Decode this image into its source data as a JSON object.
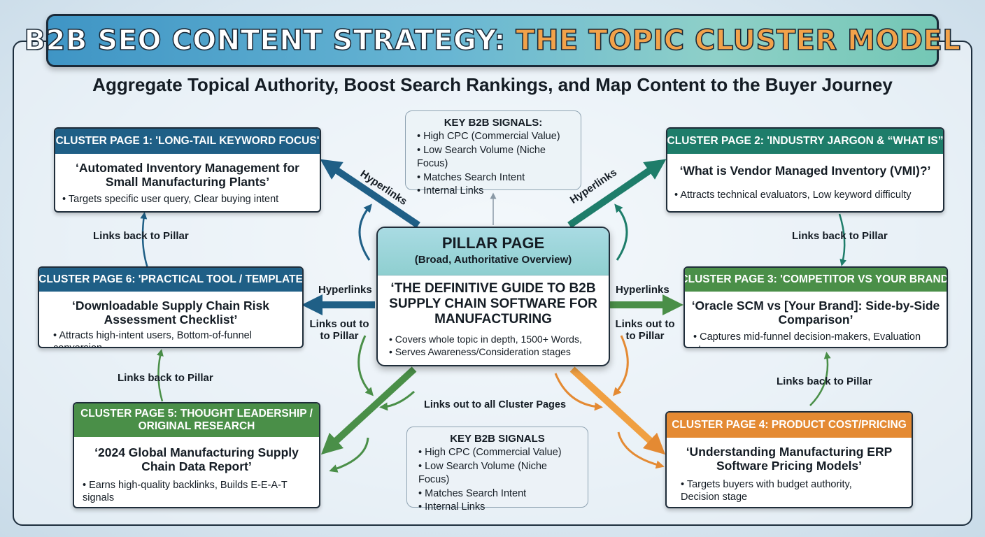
{
  "header": {
    "title_main": "B2B SEO CONTENT STRATEGY:",
    "title_accent": "THE TOPIC CLUSTER MODEL",
    "subtitle": "Aggregate Topical Authority, Boost Search Rankings, and Map Content to the Buyer Journey"
  },
  "pillar": {
    "name": "PILLAR PAGE",
    "subtitle": "(Broad, Authoritative Overview)",
    "title": "‘THE DEFINITIVE GUIDE TO B2B SUPPLY CHAIN SOFTWARE FOR MANUFACTURING",
    "bullets": [
      "Covers whole topic in depth, 1500+ Words,",
      "Serves Awareness/Consideration stages"
    ]
  },
  "signals_top": {
    "title": "KEY B2B SIGNALS:",
    "items": [
      "High CPC (Commercial Value)",
      "Low Search Volume (Niche Focus)",
      "Matches Search Intent",
      "Internal Links"
    ]
  },
  "signals_bottom": {
    "title": "KEY B2B SIGNALS",
    "items": [
      "High CPC (Commercial Value)",
      "Low Search Volume (Niche Focus)",
      "Matches Search Intent",
      "Internal Links"
    ]
  },
  "clusters": [
    {
      "head": "CLUSTER PAGE 1: 'LONG-TAIL KEYWORD FOCUS'",
      "title": "‘Automated Inventory Management for Small Manufacturing Plants’",
      "bullet": "Targets specific user query, Clear buying intent"
    },
    {
      "head": "CLUSTER PAGE 2: 'INDUSTRY JARGON & “WHAT IS”",
      "title": "‘What is Vendor Managed Inventory (VMI)?’",
      "bullet": "Attracts technical evaluators, Low keyword difficulty"
    },
    {
      "head": "CLUSTER PAGE 3: 'COMPETITOR VS YOUR BRAND'",
      "title": "‘Oracle SCM vs [Your Brand]: Side-by-Side Comparison’",
      "bullet": "Captures mid-funnel decision-makers, Evaluation stage"
    },
    {
      "head": "CLUSTER PAGE 4: PRODUCT COST/PRICING",
      "title": "‘Understanding Manufacturing ERP Software Pricing Models’",
      "bullet": "Targets buyers with budget authority, Decision stage"
    },
    {
      "head": "CLUSTER PAGE 5: THOUGHT LEADERSHIP / ORIGINAL RESEARCH",
      "title": "‘2024 Global Manufacturing Supply Chain Data Report’",
      "bullet": "Earns high-quality backlinks, Builds E-E-A-T signals"
    },
    {
      "head": "CLUSTER PAGE 6: 'PRACTICAL TOOL / TEMPLATE",
      "title": "‘Downloadable Supply Chain Risk Assessment Checklist’",
      "bullet": "Attracts high-intent users, Bottom-of-funnel conversion"
    }
  ],
  "labels": {
    "hyperlinks": "Hyperlinks",
    "links_back": "Links back to Pillar",
    "links_out_l1": "Links out to",
    "links_out_l2": "to Pillar",
    "links_out_all": "Links out to all Cluster Pages"
  },
  "colors": {
    "blue": "#1f5f86",
    "teal": "#1e7d6a",
    "green": "#4a8f48",
    "orange": "#e48a33"
  }
}
